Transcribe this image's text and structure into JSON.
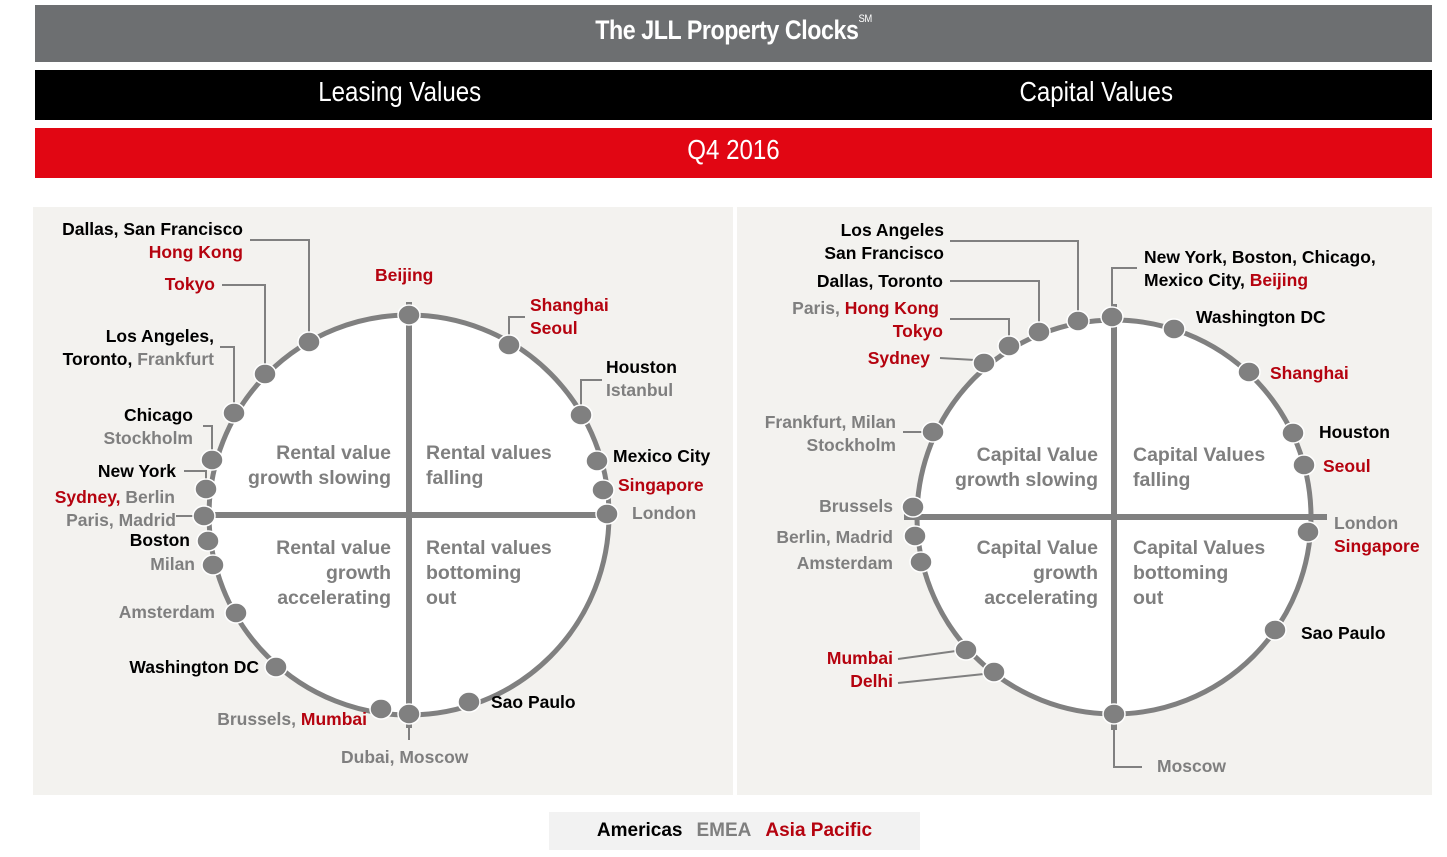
{
  "header": {
    "title": "The JLL Property Clocks",
    "title_mark": "SM",
    "left_section": "Leasing Values",
    "right_section": "Capital Values",
    "period": "Q4 2016"
  },
  "colors": {
    "title_bar": "#6d6f71",
    "section_bar": "#000000",
    "period_bar": "#e10613",
    "panel_bg": "#f3f2ef",
    "clock_stroke": "#808080",
    "americas": "#000000",
    "emea": "#7f7f7f",
    "asia_pacific": "#b5030f"
  },
  "leasing_clock": {
    "quadrants": {
      "top_left": [
        "Rental value",
        "growth slowing"
      ],
      "top_right": [
        "Rental values",
        "falling"
      ],
      "bottom_left": [
        "Rental value",
        "growth",
        "accelerating"
      ],
      "bottom_right": [
        "Rental values",
        "bottoming",
        "out"
      ]
    },
    "labels": {
      "dallas_sf": "Dallas, San Francisco",
      "hong_kong": "Hong Kong",
      "tokyo": "Tokyo",
      "beijing": "Beijing",
      "shanghai": "Shanghai",
      "seoul": "Seoul",
      "los_angeles": "Los Angeles,",
      "toronto": "Toronto,",
      "frankfurt": "Frankfurt",
      "houston": "Houston",
      "istanbul": "Istanbul",
      "chicago": "Chicago",
      "stockholm": "Stockholm",
      "new_york": "New York",
      "mexico_city": "Mexico City",
      "sydney": "Sydney,",
      "berlin": "Berlin",
      "singapore": "Singapore",
      "paris_madrid": "Paris, Madrid",
      "london": "London",
      "boston": "Boston",
      "milan": "Milan",
      "amsterdam": "Amsterdam",
      "washington_dc": "Washington DC",
      "brussels": "Brussels,",
      "mumbai": "Mumbai",
      "sao_paulo": "Sao Paulo",
      "dubai_moscow": "Dubai, Moscow"
    }
  },
  "capital_clock": {
    "quadrants": {
      "top_left": [
        "Capital Value",
        "growth slowing"
      ],
      "top_right": [
        "Capital Values",
        "falling"
      ],
      "bottom_left": [
        "Capital Value",
        "growth",
        "accelerating"
      ],
      "bottom_right": [
        "Capital Values",
        "bottoming",
        "out"
      ]
    },
    "labels": {
      "los_angeles": "Los Angeles",
      "san_francisco": "San Francisco",
      "dallas_toronto": "Dallas, Toronto",
      "paris": "Paris,",
      "hong_kong": "Hong Kong",
      "tokyo": "Tokyo",
      "sydney": "Sydney",
      "ny_group_1": "New York, Boston, Chicago,",
      "ny_group_2": "Mexico City,",
      "beijing": "Beijing",
      "washington_dc": "Washington DC",
      "shanghai": "Shanghai",
      "frankfurt_milan": "Frankfurt, Milan",
      "stockholm": "Stockholm",
      "houston": "Houston",
      "seoul": "Seoul",
      "brussels": "Brussels",
      "london": "London",
      "singapore": "Singapore",
      "berlin_madrid": "Berlin, Madrid",
      "amsterdam": "Amsterdam",
      "sao_paulo": "Sao Paulo",
      "mumbai": "Mumbai",
      "delhi": "Delhi",
      "moscow": "Moscow"
    }
  },
  "legend": {
    "americas": "Americas",
    "emea": "EMEA",
    "asia_pacific": "Asia Pacific"
  }
}
